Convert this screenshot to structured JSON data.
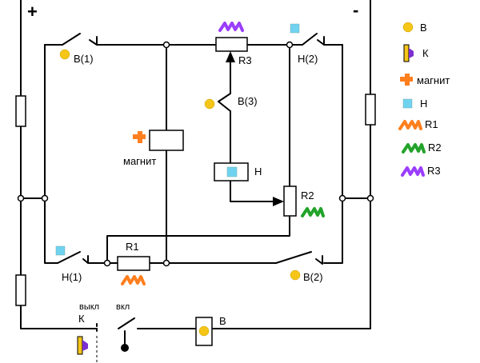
{
  "polarity": {
    "plus": "+",
    "minus": "-"
  },
  "labels": {
    "v1": "В(1)",
    "h2": "Н(2)",
    "r3": "R3",
    "v3": "В(3)",
    "magnet": "магнит",
    "h": "Н",
    "r2": "R2",
    "r1": "R1",
    "h1": "Н(1)",
    "v2": "В(2)",
    "off": "выкл",
    "on": "вкл",
    "k": "К",
    "v": "В"
  },
  "legend": [
    {
      "symbol": "yellow-circle",
      "label": "В"
    },
    {
      "symbol": "flag",
      "label": "К"
    },
    {
      "symbol": "orange-cross",
      "label": "магнит"
    },
    {
      "symbol": "blue-square",
      "label": "Н"
    },
    {
      "symbol": "orange-wave",
      "label": "R1"
    },
    {
      "symbol": "green-wave",
      "label": "R2"
    },
    {
      "symbol": "purple-wave",
      "label": "R3"
    }
  ],
  "colors": {
    "yellow": "#f5c518",
    "orange": "#ff7f1e",
    "blue": "#6fd3f0",
    "green": "#22a32a",
    "purple": "#9b3dff",
    "flag_yellow": "#f5c518",
    "flag_purple": "#7b2fd0"
  }
}
